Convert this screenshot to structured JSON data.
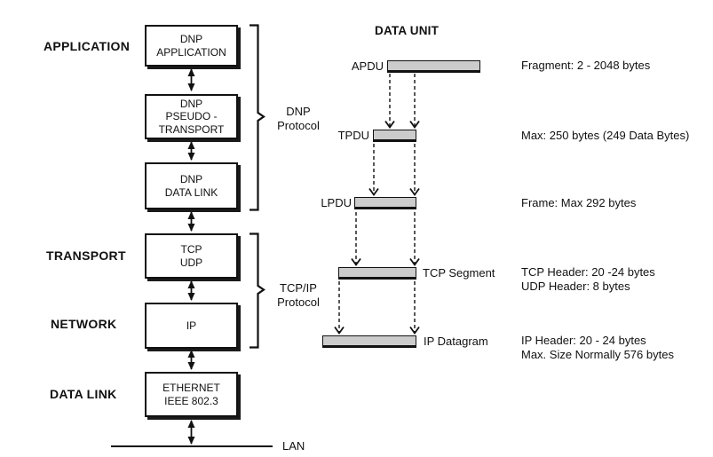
{
  "layers": [
    {
      "label": "APPLICATION"
    },
    {
      "label": "TRANSPORT"
    },
    {
      "label": "NETWORK"
    },
    {
      "label": "DATA LINK"
    }
  ],
  "stack": [
    {
      "label": "DNP\nAPPLICATION"
    },
    {
      "label": "DNP\nPSEUDO -\nTRANSPORT"
    },
    {
      "label": "DNP\nDATA LINK"
    },
    {
      "label": "TCP\nUDP"
    },
    {
      "label": "IP"
    },
    {
      "label": "ETHERNET\nIEEE 802.3"
    }
  ],
  "brackets": [
    {
      "label": "DNP\nProtocol"
    },
    {
      "label": "TCP/IP\nProtocol"
    }
  ],
  "data_unit": {
    "title": "DATA UNIT",
    "pdus": [
      {
        "label": "APDU",
        "annotation": "Fragment: 2 - 2048 bytes"
      },
      {
        "label": "TPDU",
        "annotation": "Max: 250 bytes (249 Data Bytes)"
      },
      {
        "label": "LPDU",
        "annotation": "Frame: Max 292 bytes"
      },
      {
        "label": "TCP Segment",
        "annotation": "TCP Header: 20 -24 bytes\nUDP Header: 8 bytes"
      },
      {
        "label": "IP Datagram",
        "annotation": "IP Header: 20 - 24 bytes\nMax. Size Normally 576 bytes"
      }
    ]
  },
  "lan": {
    "label": "LAN"
  },
  "colors": {
    "bar_fill": "#cccccc",
    "line": "#111111",
    "box_shadow": "#1a1a1a"
  }
}
